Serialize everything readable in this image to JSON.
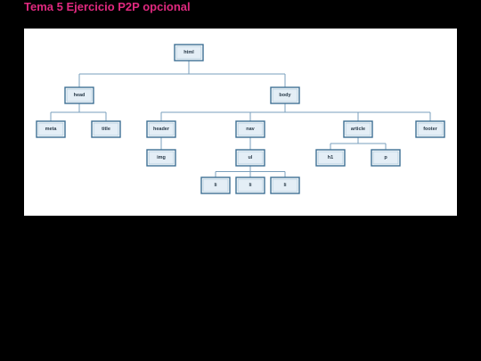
{
  "header": {
    "title": "Tema 5 Ejercicio P2P opcional"
  },
  "diagram": {
    "nodes": [
      {
        "id": "html",
        "label": "html"
      },
      {
        "id": "head",
        "label": "head"
      },
      {
        "id": "body",
        "label": "body"
      },
      {
        "id": "meta",
        "label": "meta"
      },
      {
        "id": "title",
        "label": "title"
      },
      {
        "id": "header",
        "label": "header"
      },
      {
        "id": "nav",
        "label": "nav"
      },
      {
        "id": "article",
        "label": "article"
      },
      {
        "id": "footer",
        "label": "footer"
      },
      {
        "id": "img",
        "label": "img"
      },
      {
        "id": "ul",
        "label": "ul"
      },
      {
        "id": "li1",
        "label": "li"
      },
      {
        "id": "li2",
        "label": "li"
      },
      {
        "id": "li3",
        "label": "li"
      },
      {
        "id": "h1",
        "label": "h1"
      },
      {
        "id": "p",
        "label": "p"
      }
    ],
    "edges": [
      [
        "html",
        "head"
      ],
      [
        "html",
        "body"
      ],
      [
        "head",
        "meta"
      ],
      [
        "head",
        "title"
      ],
      [
        "body",
        "header"
      ],
      [
        "body",
        "nav"
      ],
      [
        "body",
        "article"
      ],
      [
        "body",
        "footer"
      ],
      [
        "header",
        "img"
      ],
      [
        "nav",
        "ul"
      ],
      [
        "ul",
        "li1"
      ],
      [
        "ul",
        "li2"
      ],
      [
        "ul",
        "li3"
      ],
      [
        "article",
        "h1"
      ],
      [
        "article",
        "p"
      ]
    ]
  }
}
